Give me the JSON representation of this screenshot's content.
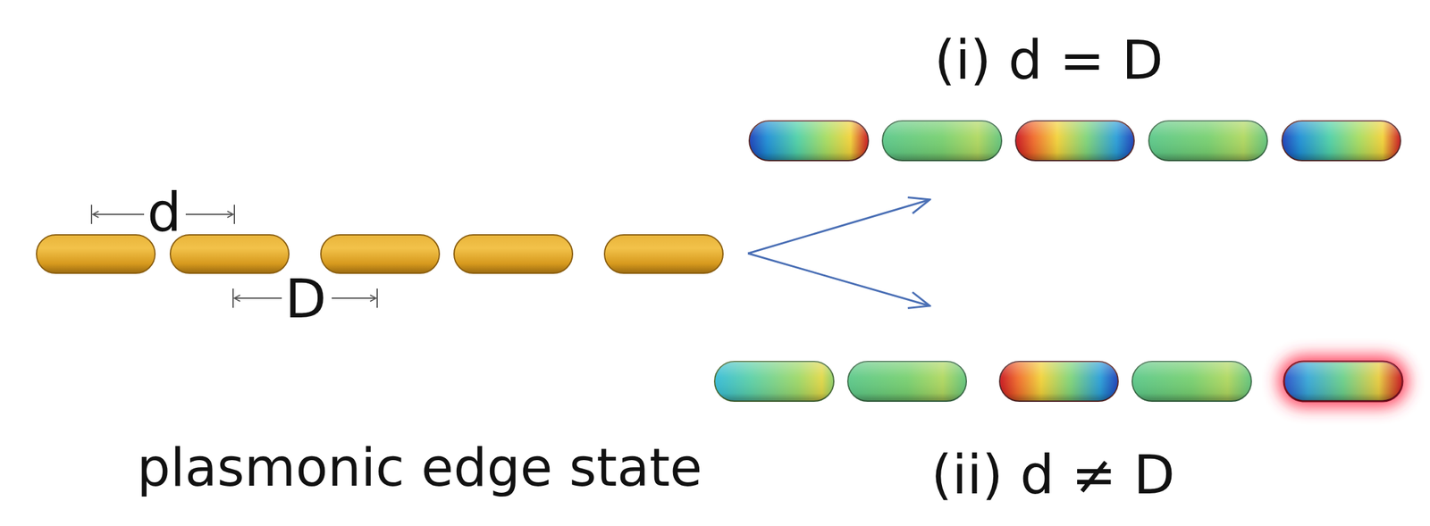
{
  "diagram": {
    "labels": [
      "d",
      "D",
      "(i) d = D",
      "(ii) d ≠ D",
      "plasmonic edge state"
    ]
  }
}
